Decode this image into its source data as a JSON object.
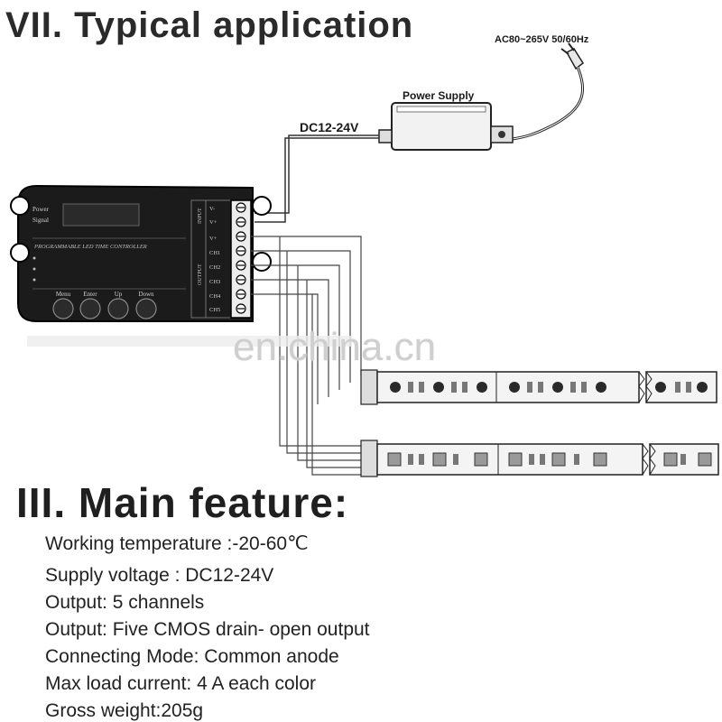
{
  "section1": {
    "title": "VII. Typical application"
  },
  "diagram": {
    "ac_label": "AC80~265V 50/60Hz",
    "power_supply_label": "Power Supply",
    "dc_label": "DC12-24V",
    "controller": {
      "indicators": [
        "Power",
        "Signal"
      ],
      "panel_title": "PROGRAMMABLE LED TIME CONTROLLER",
      "input_label": "INPUT",
      "output_label": "OUTPUT",
      "input_terminals": [
        "V-",
        "V+"
      ],
      "output_terminals": [
        "V+",
        "CH1",
        "CH2",
        "CH3",
        "CH4",
        "CH5"
      ],
      "buttons": [
        "Menu",
        "Enter",
        "Up",
        "Down"
      ]
    },
    "watermark": "en.china.cn"
  },
  "section2": {
    "title": "III. Main feature:",
    "features": [
      "Working temperature :-20-60℃",
      "Supply voltage : DC12-24V",
      "Output: 5 channels",
      "Output: Five CMOS drain- open output",
      "Connecting Mode: Common anode",
      "Max load current: 4 A each color",
      "Gross weight:205g"
    ]
  }
}
